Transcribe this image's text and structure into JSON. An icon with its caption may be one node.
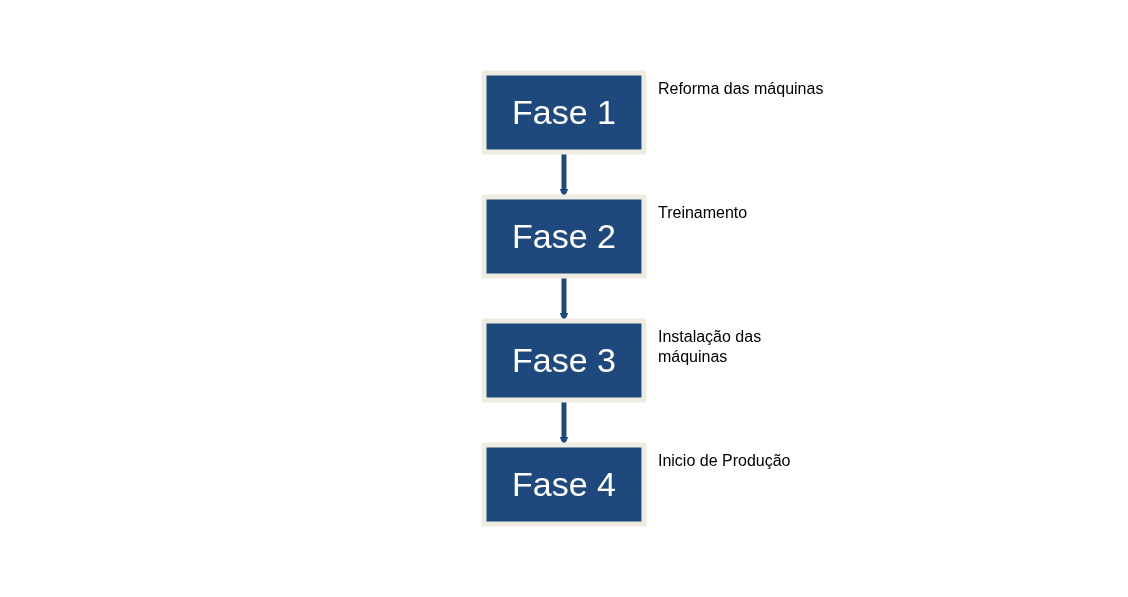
{
  "diagram": {
    "nodes": [
      {
        "text": [
          "Fase 1"
        ],
        "beside": [
          "Reforma das máquinas"
        ]
      },
      {
        "text": [
          "Fase 2"
        ],
        "beside": [
          "Treinamento"
        ]
      },
      {
        "text": [
          "Fase 3"
        ],
        "beside": [
          "Instalação das máquinas"
        ]
      },
      {
        "text": [
          "Fase 4"
        ],
        "beside": [
          "Inicio de Produção"
        ]
      }
    ],
    "edges": [
      {
        "from": 0,
        "to": 1,
        "arrow": "to"
      },
      {
        "from": 1,
        "to": 2,
        "arrow": "to"
      },
      {
        "from": 2,
        "to": 3,
        "arrow": "to"
      }
    ]
  }
}
